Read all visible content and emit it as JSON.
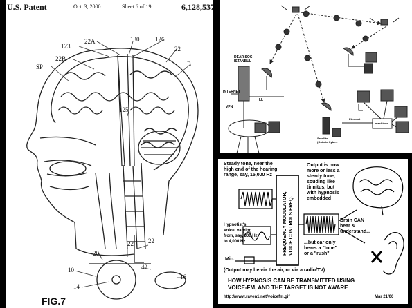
{
  "patent": {
    "office": "U.S. Patent",
    "date": "Oct. 3, 2000",
    "sheet": "Sheet 6 of 19",
    "number": "6,128,537",
    "fig": "FIG.7",
    "ref_labels": [
      "123",
      "22A",
      "130",
      "126",
      "22",
      "22B",
      "SP",
      "B",
      "125",
      "22",
      "20",
      "22",
      "42",
      "10",
      "14",
      "16"
    ]
  },
  "network": {
    "station_label": "DEAR SOC\nISTANBUL",
    "small_labels": [
      "LL",
      "VPN",
      "INTERNET",
      "Satellite\n(Ontario Cyber)",
      "Ethernet",
      "machines"
    ]
  },
  "explainer": {
    "steady_tone": "Steady tone, near the\nhigh end of the hearing\nrange, say, 15,000 Hz",
    "output_text": "Output is now\nmore or less a\nsteady tone,\nsouding like\ntinnitus, but\nwith hypnosis\nembedded",
    "modulator": "FREQUENCY MODULATOR,\nVOICE CONTROLS FREQ.",
    "hypnotist": "Hypnotist's\nVoice, varying\nfrom, say, 300 Hz\nto 4,000 Hz",
    "mic": "Mic.",
    "brain_text": "Brain CAN\nhear &\nunderstand...",
    "ear_text": "...but ear only\nhears a \"tone\"\nor a \"rush\"",
    "output_via": "(Output may be via the air, or via a radio/TV)",
    "headline_1": "HOW HYPNOSIS CAN BE TRANSMITTED USING",
    "headline_2": "VOICE-FM, AND THE TARGET IS NOT AWARE",
    "url": "http://www.raven1.net/voicefm.gif",
    "date": "Mar 21/00"
  }
}
